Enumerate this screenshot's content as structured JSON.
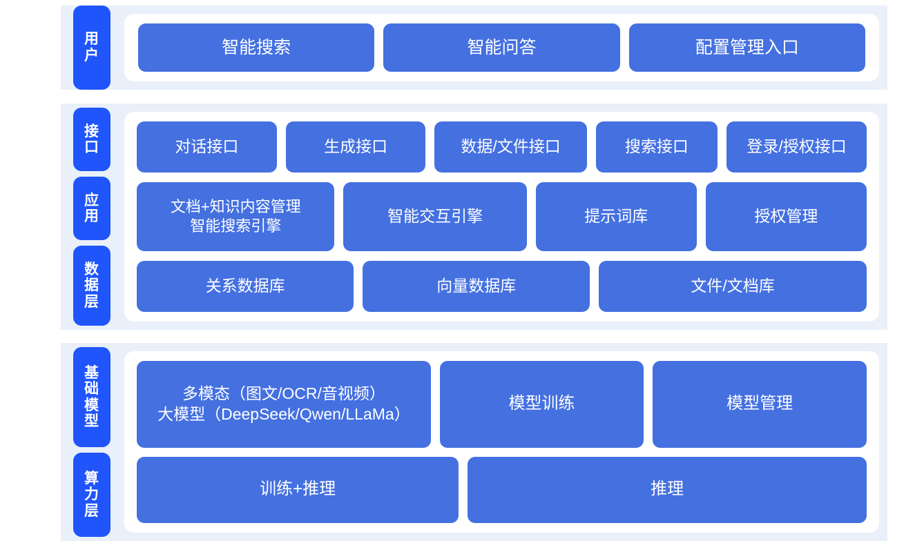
{
  "theme": {
    "page_background": "#ffffff",
    "band_background": "#eaf0fa",
    "card_background": "#ffffff",
    "label_chip_color": "#1f55fa",
    "box_color": "#4470e0",
    "text_color": "#ffffff"
  },
  "sections": [
    {
      "id": "user",
      "labels": [
        "用户"
      ],
      "rows": [
        {
          "id": "user-entries",
          "boxes": [
            {
              "lines": [
                "智能搜索"
              ]
            },
            {
              "lines": [
                "智能问答"
              ]
            },
            {
              "lines": [
                "配置管理入口"
              ]
            }
          ]
        }
      ]
    },
    {
      "id": "mid",
      "labels": [
        "接口",
        "应用",
        "数据层"
      ],
      "rows": [
        {
          "id": "interface",
          "boxes": [
            {
              "lines": [
                "对话接口"
              ]
            },
            {
              "lines": [
                "生成接口"
              ]
            },
            {
              "lines": [
                "数据/文件接口"
              ]
            },
            {
              "lines": [
                "搜索接口"
              ]
            },
            {
              "lines": [
                "登录/授权接口"
              ]
            }
          ]
        },
        {
          "id": "application",
          "boxes": [
            {
              "lines": [
                "文档+知识内容管理",
                "智能搜索引擎"
              ]
            },
            {
              "lines": [
                "智能交互引擎"
              ]
            },
            {
              "lines": [
                "提示词库"
              ]
            },
            {
              "lines": [
                "授权管理"
              ]
            }
          ]
        },
        {
          "id": "data",
          "boxes": [
            {
              "lines": [
                "关系数据库"
              ]
            },
            {
              "lines": [
                "向量数据库"
              ]
            },
            {
              "lines": [
                "文件/文档库"
              ]
            }
          ]
        }
      ]
    },
    {
      "id": "base",
      "labels": [
        "基础模型",
        "算力层"
      ],
      "rows": [
        {
          "id": "foundation-model",
          "boxes": [
            {
              "lines": [
                "多模态（图文/OCR/音视频）",
                "大模型（DeepSeek/Qwen/LLaMa）"
              ]
            },
            {
              "lines": [
                "模型训练"
              ]
            },
            {
              "lines": [
                "模型管理"
              ]
            }
          ]
        },
        {
          "id": "compute",
          "boxes": [
            {
              "lines": [
                "训练+推理"
              ]
            },
            {
              "lines": [
                "推理"
              ]
            }
          ]
        }
      ]
    }
  ]
}
